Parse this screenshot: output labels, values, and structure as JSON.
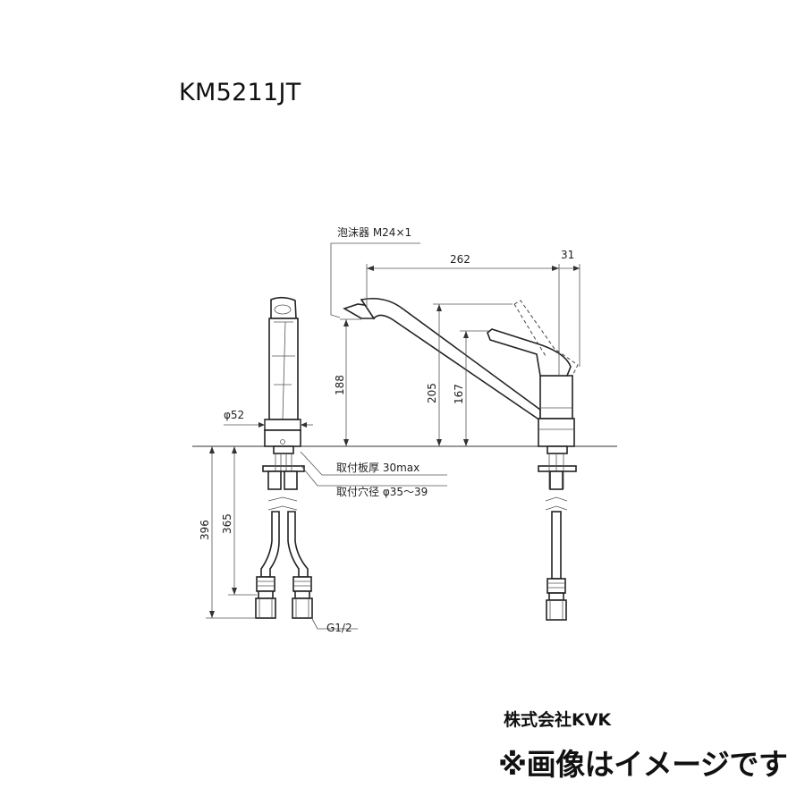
{
  "model": "KM5211JT",
  "company": "株式会社KVK",
  "notice": "※画像はイメージです",
  "labels": {
    "aerator": "泡沫器 M24×1",
    "dim_262": "262",
    "dim_31": "31",
    "dim_188": "188",
    "dim_205": "205",
    "dim_167": "167",
    "dim_phi52": "φ52",
    "plate_thickness": "取付板厚 30max",
    "hole_diameter": "取付穴径 φ35～39",
    "dim_396": "396",
    "dim_365": "365",
    "thread": "G1/2"
  }
}
